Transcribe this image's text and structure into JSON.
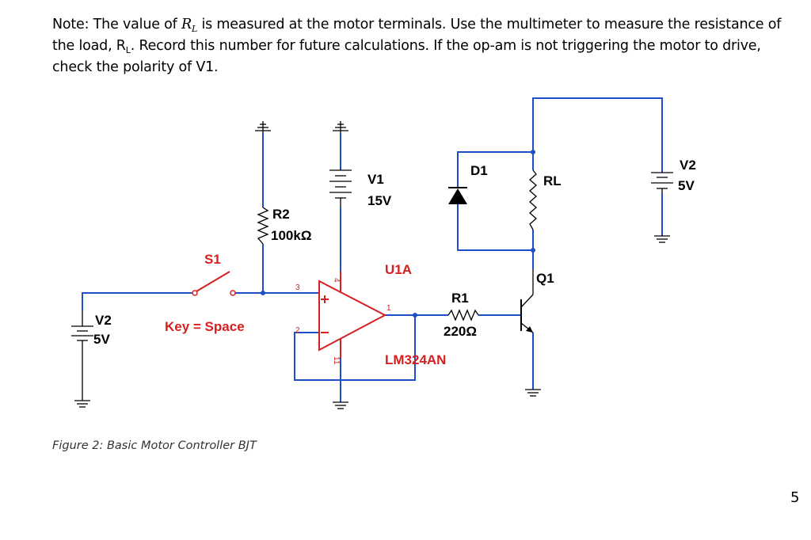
{
  "note": {
    "p1": "Note: The value of ",
    "rl_symbol": "R",
    "rl_sub": "L",
    "p2": " is measured at the motor terminals. Use the multimeter to measure the resistance of the load, R",
    "rl_sub2": "L",
    "p3": ". Record this number for future calculations. If the op-am is not triggering the motor to drive, check the polarity of V1."
  },
  "schematic": {
    "v2_left": {
      "name": "V2",
      "value": "5V"
    },
    "v2_right": {
      "name": "V2",
      "value": "5V"
    },
    "v1": {
      "name": "V1",
      "value": "15V"
    },
    "r2": {
      "name": "R2",
      "value": "100kΩ"
    },
    "s1": {
      "name": "S1",
      "key": "Key = Space"
    },
    "u1a": {
      "name": "U1A",
      "part": "LM324AN",
      "pins": [
        "3",
        "2",
        "4",
        "11",
        "1"
      ]
    },
    "d1": {
      "name": "D1"
    },
    "rl": {
      "name": "RL"
    },
    "q1": {
      "name": "Q1"
    },
    "r1": {
      "name": "R1",
      "value": "220Ω"
    }
  },
  "caption": "Figure 2: Basic Motor Controller BJT",
  "page_number": "5"
}
